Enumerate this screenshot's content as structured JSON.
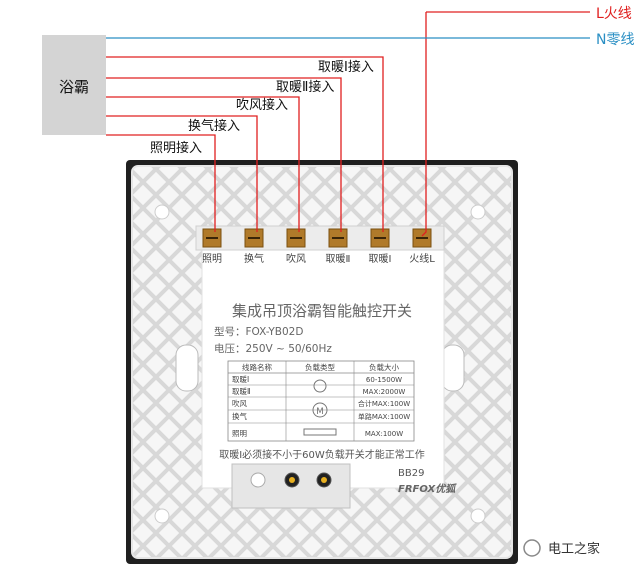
{
  "appliance_label": "浴霸",
  "line_labels": {
    "live": "L火线",
    "neutral": "N零线",
    "heat1": "取暖Ⅰ接入",
    "heat2": "取暖Ⅱ接入",
    "blow": "吹风接入",
    "vent": "换气接入",
    "light": "照明接入"
  },
  "terminals": [
    "照明",
    "换气",
    "吹风",
    "取暖Ⅱ",
    "取暖Ⅰ",
    "火线L"
  ],
  "product": {
    "title": "集成吊顶浴霸智能触控开关",
    "model": "型号：FOX-YB02D",
    "voltage": "电压：250V ~  50/60Hz",
    "table_headers": [
      "线路名称",
      "负载类型",
      "负载大小"
    ],
    "table_rows": [
      [
        "取暖Ⅰ",
        "",
        "60-1500W"
      ],
      [
        "取暖Ⅱ",
        "",
        "MAX:2000W"
      ],
      [
        "吹风",
        "",
        "合计MAX:100W"
      ],
      [
        "换气",
        "",
        "单路MAX:100W"
      ],
      [
        "照明",
        "",
        "MAX:100W"
      ]
    ],
    "motor_symbol": "M",
    "note": "取暖Ⅰ必须接不小于60W负载开关才能正常工作",
    "code": "BB29",
    "brand": "FRFOX优狐"
  },
  "watermark": "电工之家",
  "colors": {
    "live": "#e02020",
    "neutral": "#2a8fc4",
    "box": "#d4d4d4",
    "plate": "#f4f4f4",
    "frame": "#1f1f1f",
    "terminal": "#c9a040"
  }
}
